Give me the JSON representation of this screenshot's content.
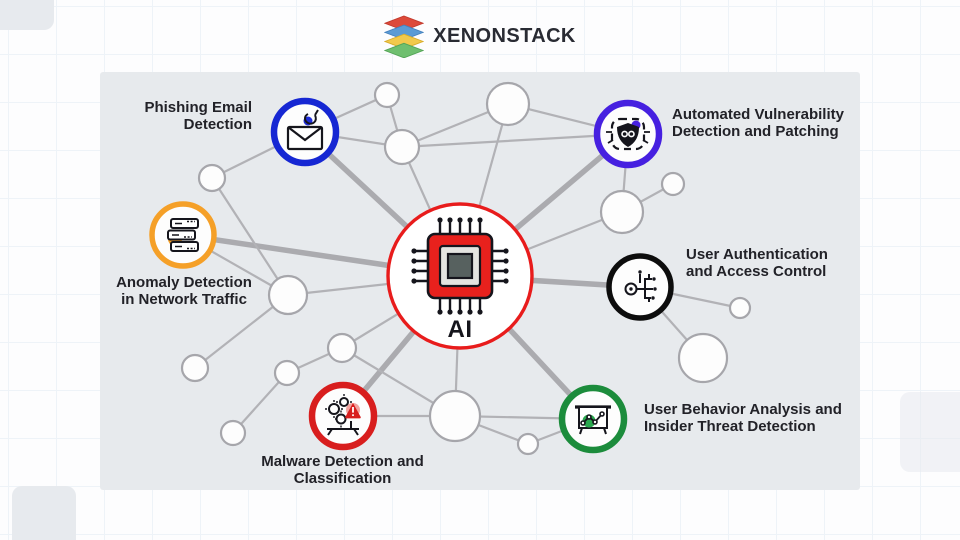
{
  "header": {
    "brand": "XENONSTACK",
    "logo_icon": "layered-stack-icon"
  },
  "diagram": {
    "center": {
      "label": "AI",
      "ring_color": "#e81c1c",
      "icon": "ai-chip-icon"
    },
    "features": [
      {
        "id": "phishing-email-detection",
        "label_lines": [
          "Phishing Email",
          "Detection"
        ],
        "color": "#1627d3",
        "icon": "phishing-email-icon"
      },
      {
        "id": "automated-vulnerability-detection-patching",
        "label_lines": [
          "Automated Vulnerability",
          "Detection and Patching"
        ],
        "color": "#4620e0",
        "icon": "vulnerability-shield-icon"
      },
      {
        "id": "anomaly-detection-network-traffic",
        "label_lines": [
          "Anomaly Detection",
          "in Network Traffic"
        ],
        "color": "#f5a028",
        "icon": "server-stack-icon"
      },
      {
        "id": "user-authentication-access-control",
        "label_lines": [
          "User Authentication",
          "and Access Control"
        ],
        "color": "#0d0d0d",
        "icon": "circuit-key-icon"
      },
      {
        "id": "malware-detection-classification",
        "label_lines": [
          "Malware Detection and",
          "Classification"
        ],
        "color": "#d81e1e",
        "icon": "malware-virus-icon"
      },
      {
        "id": "user-behavior-insider-threat",
        "label_lines": [
          "User Behavior Analysis and",
          "Insider Threat Detection"
        ],
        "color": "#1c8c3c",
        "icon": "behavior-chart-icon"
      }
    ],
    "colors": {
      "panel_bg": "#e7eaed",
      "edge": "#b2b2b6",
      "edge_thick": "#ababaf",
      "node_fill": "#fdfdfd",
      "node_stroke": "#a6a6ab",
      "label_text": "#222228"
    }
  }
}
